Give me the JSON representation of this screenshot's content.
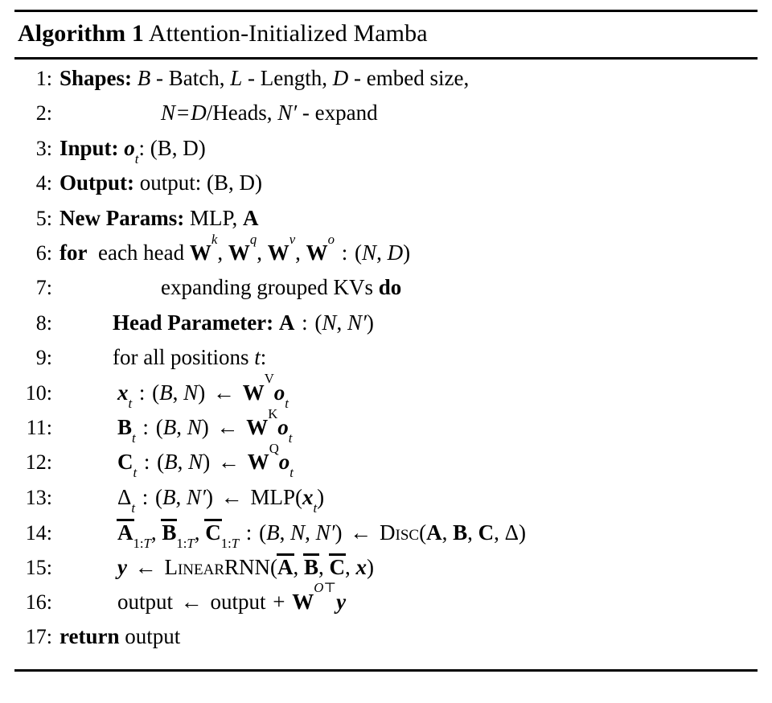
{
  "algorithm": {
    "label": "Algorithm 1",
    "title": "Attention-Initialized Mamba",
    "lines": [
      {
        "number": "1:",
        "indent": 0,
        "text": "Shapes: B - Batch, L - Length, D - embed size,"
      },
      {
        "number": "2:",
        "indent": 4,
        "text": "N = D/Heads, N′ - expand"
      },
      {
        "number": "3:",
        "indent": 0,
        "text": "Input: o_t: (B, D)"
      },
      {
        "number": "4:",
        "indent": 0,
        "text": "Output: output: (B, D)"
      },
      {
        "number": "5:",
        "indent": 0,
        "text": "New Params: MLP, A"
      },
      {
        "number": "6:",
        "indent": 0,
        "text": "for each head W^k, W^q, W^v, W^o : (N, D)"
      },
      {
        "number": "7:",
        "indent": 4,
        "text": "expanding grouped KVs do"
      },
      {
        "number": "8:",
        "indent": 2,
        "text": "Head Parameter: A : (N, N′)"
      },
      {
        "number": "9:",
        "indent": 2,
        "text": "for all positions t:"
      },
      {
        "number": "10:",
        "indent": 3,
        "text": "x_t : (B, N) ← W^V o_t"
      },
      {
        "number": "11:",
        "indent": 3,
        "text": "B_t : (B, N) ← W^K o_t"
      },
      {
        "number": "12:",
        "indent": 3,
        "text": "C_t : (B, N) ← W^Q o_t"
      },
      {
        "number": "13:",
        "indent": 3,
        "text": "Δ_t : (B, N′) ← MLP(x_t)"
      },
      {
        "number": "14:",
        "indent": 3,
        "text": "Ā_{1:T}, B̄_{1:T}, C̄_{1:T} : (B, N, N′) ← Disc(A, B, C, Δ)"
      },
      {
        "number": "15:",
        "indent": 3,
        "text": "y ← LinearRNN(Ā, B̄, C̄, x)"
      },
      {
        "number": "16:",
        "indent": 3,
        "text": "output ← output + W^{O⊤} y"
      },
      {
        "number": "17:",
        "indent": 0,
        "text": "return output"
      }
    ],
    "keywords": {
      "shapes": "Shapes:",
      "input": "Input:",
      "output": "Output:",
      "new_params": "New Params:",
      "for": "for",
      "do": "do",
      "head_parameter": "Head Parameter:",
      "return": "return"
    },
    "symbols": {
      "arrow_left": "←",
      "plus": "+",
      "transpose": "⊤",
      "delta": "Δ",
      "prime": "′",
      "colon": ":"
    },
    "functions": {
      "mlp": "MLP",
      "disc": "Disc",
      "linear_rnn": "LinearRNN"
    },
    "colors": {
      "text": "#000000",
      "background": "#ffffff",
      "rule": "#000000"
    }
  }
}
